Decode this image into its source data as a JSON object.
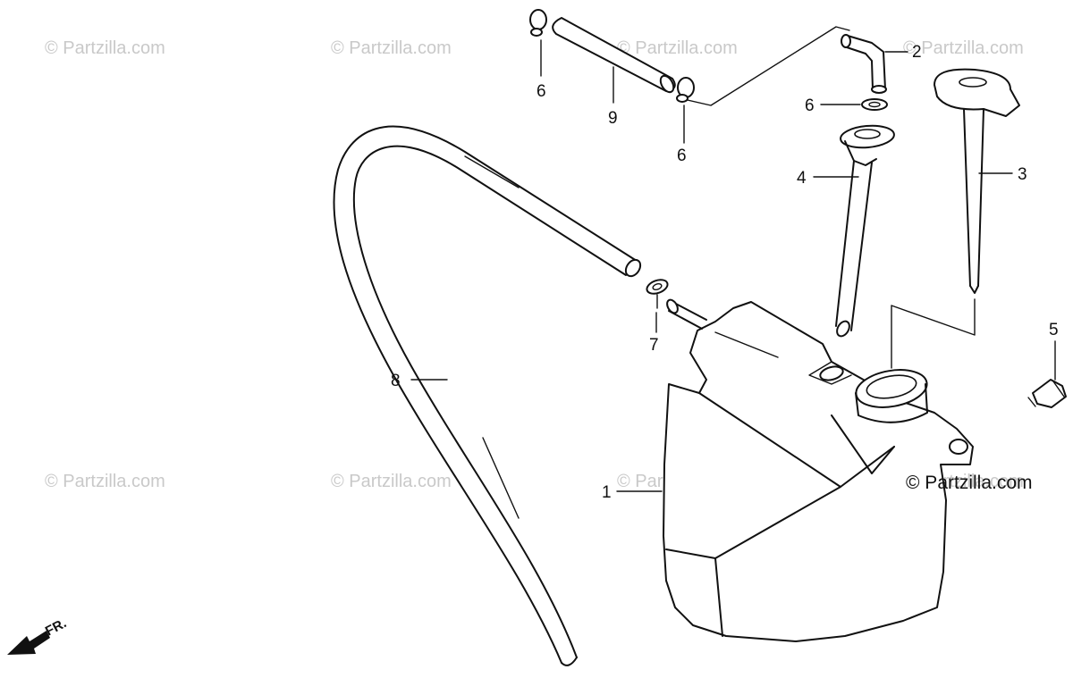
{
  "watermarks": [
    "© Partzilla.com",
    "© Partzilla.com",
    "© Partzilla.com",
    "© Partzilla.com",
    "© Partzilla.com",
    "© Partzilla.com",
    "© Partzilla.com",
    "© Partzilla.com"
  ],
  "copyright": "© Partzilla.com",
  "front_label": "FR.",
  "callouts": {
    "tank": "1",
    "breather_elbow": "2",
    "cap_dipstick": "3",
    "inner_tube": "4",
    "sensor": "5",
    "clip_top_left": "6",
    "clip_top_right": "6",
    "clip_middle": "6",
    "clip_hose": "7",
    "long_hose": "8",
    "short_hose": "9"
  }
}
